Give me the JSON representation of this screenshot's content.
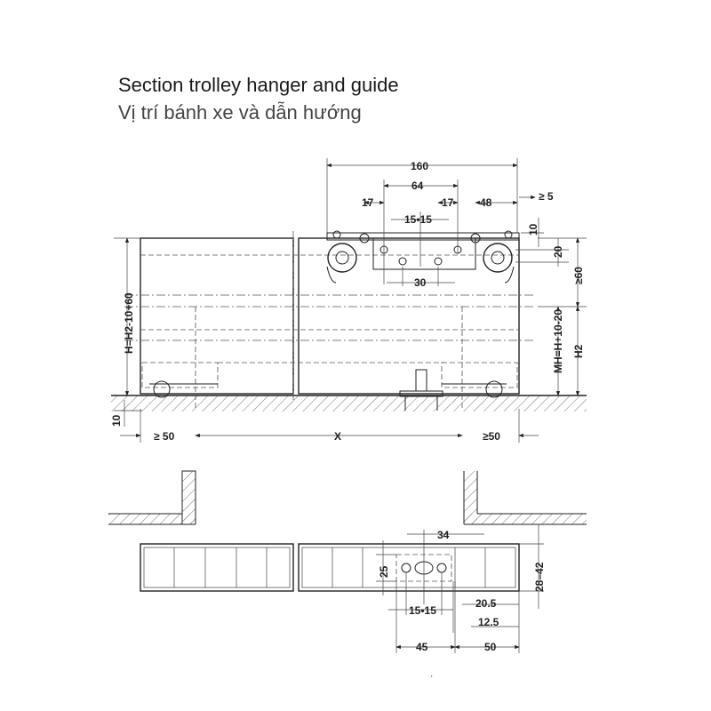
{
  "title": "Section trolley hanger and guide",
  "subtitle": "Vị trí bánh xe và dẫn hướng",
  "dims": {
    "d160": "160",
    "d64": "64",
    "d17a": "17",
    "d17b": "17",
    "d48": "48",
    "dge5": "≥ 5",
    "d1515top": "15•15",
    "d10top": "10",
    "d20": "20",
    "d30": "30",
    "dge60": "≥60",
    "dH": "H=H2-10+60",
    "dMH": "MH=H+10-20",
    "dH2": "H2",
    "d10left": "10",
    "dge50left": "≥ 50",
    "dX": "X",
    "dge50right": "≥50",
    "d34": "34",
    "d25": "25",
    "d2842": "28–42",
    "d1515bottom": "15•15",
    "d205": "20.5",
    "d125": "12.5",
    "d45": "45",
    "d50": "50"
  },
  "page_marker": "'"
}
